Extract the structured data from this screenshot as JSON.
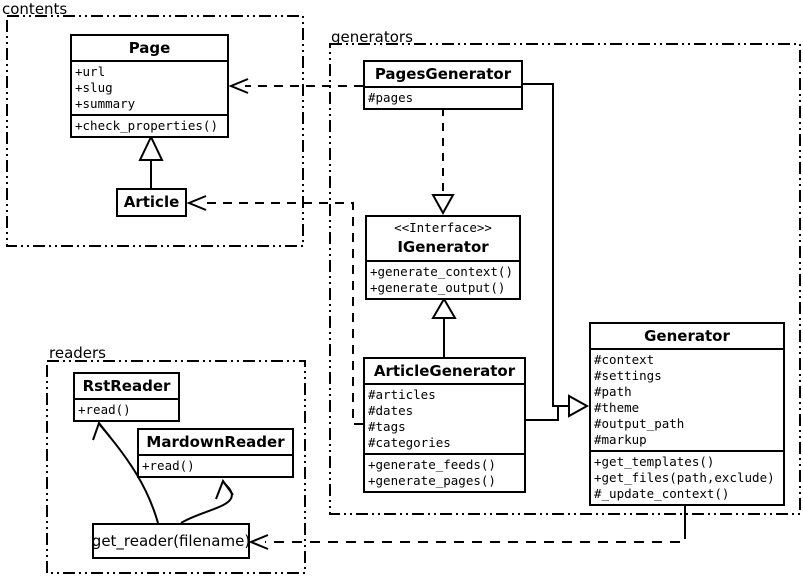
{
  "diagram": {
    "packages": {
      "contents": {
        "label": "contents"
      },
      "generators": {
        "label": "generators"
      },
      "readers": {
        "label": "readers"
      }
    },
    "classes": {
      "page": {
        "title": "Page",
        "attrs": [
          "+url",
          "+slug",
          "+summary"
        ],
        "methods": [
          "+check_properties()"
        ]
      },
      "article": {
        "title": "Article"
      },
      "pages_generator": {
        "title": "PagesGenerator",
        "attrs": [
          "#pages"
        ]
      },
      "igenerator": {
        "stereotype": "<<Interface>>",
        "title": "IGenerator",
        "methods": [
          "+generate_context()",
          "+generate_output()"
        ]
      },
      "article_generator": {
        "title": "ArticleGenerator",
        "attrs": [
          "#articles",
          "#dates",
          "#tags",
          "#categories"
        ],
        "methods": [
          "+generate_feeds()",
          "+generate_pages()"
        ]
      },
      "generator": {
        "title": "Generator",
        "attrs": [
          "#context",
          "#settings",
          "#path",
          "#theme",
          "#output_path",
          "#markup"
        ],
        "methods": [
          "+get_templates()",
          "+get_files(path,exclude)",
          "#_update_context()"
        ]
      },
      "rst_reader": {
        "title": "RstReader",
        "methods": [
          "+read()"
        ]
      },
      "mardown_reader": {
        "title": "MardownReader",
        "methods": [
          "+read()"
        ]
      },
      "get_reader": {
        "label": "get_reader(filename)"
      }
    },
    "colors": {
      "line": "#000000",
      "background": "#ffffff"
    }
  }
}
